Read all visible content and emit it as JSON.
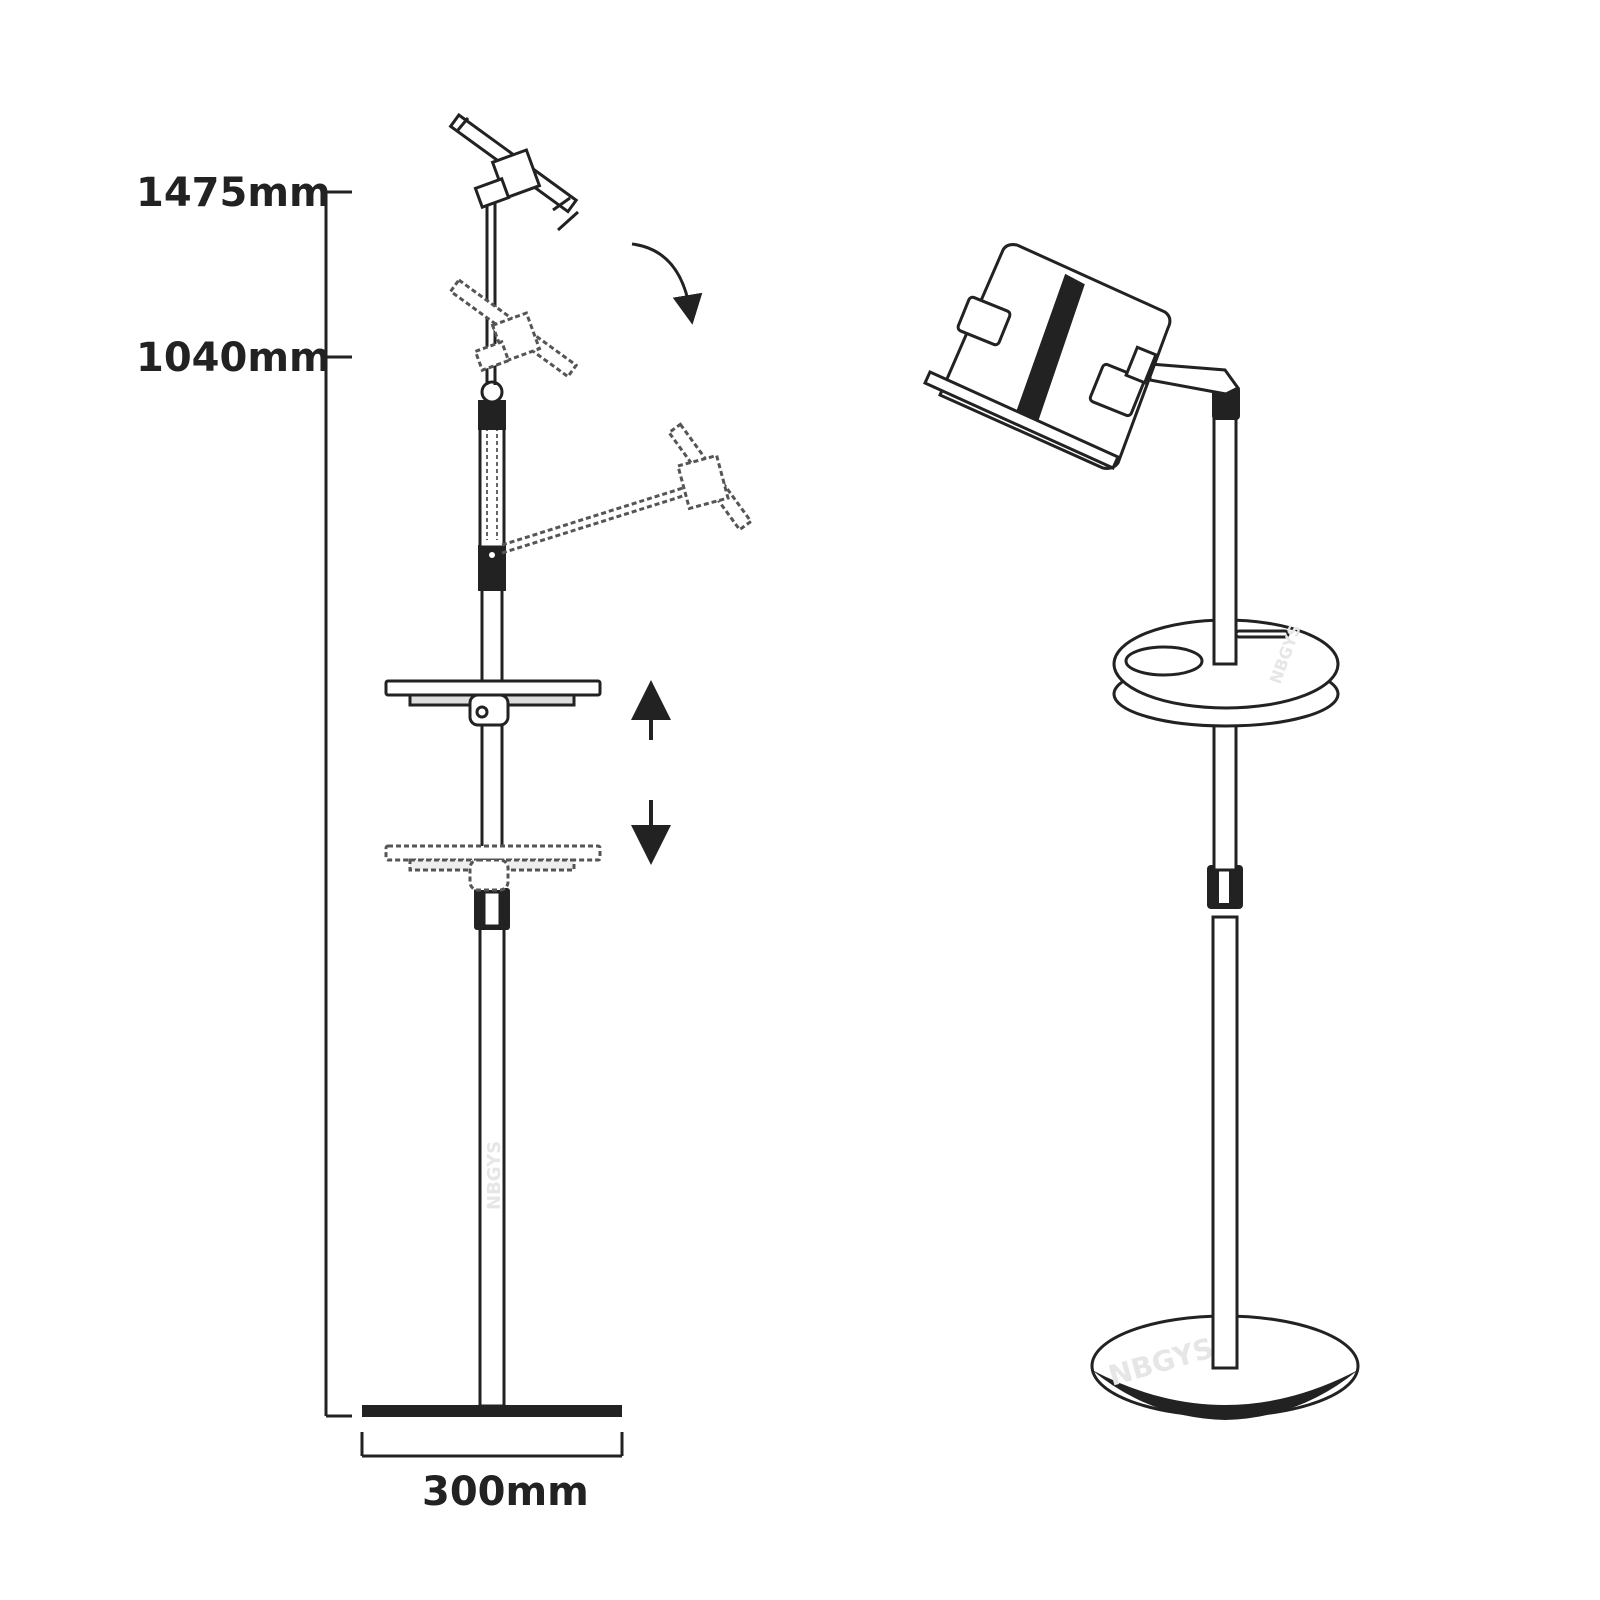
{
  "dimensions": {
    "max_height": "1475mm",
    "min_height": "1040mm",
    "base_width": "300mm"
  },
  "watermark": "NBGYS",
  "colors": {
    "line": "#222222",
    "dashed": "#666666",
    "background": "#ffffff"
  }
}
